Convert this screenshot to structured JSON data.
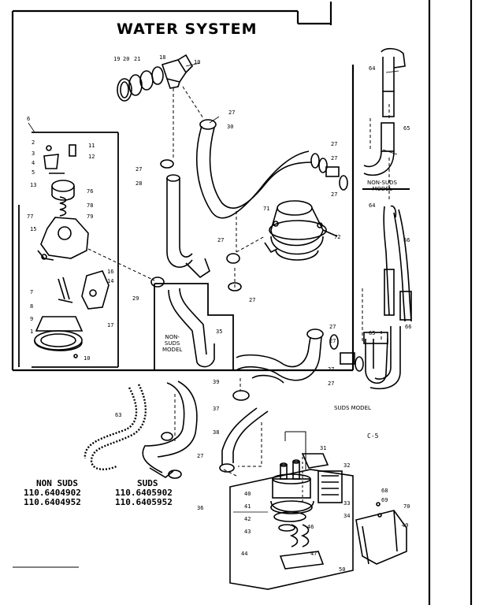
{
  "title": "WATER SYSTEM",
  "page_code": "C-5",
  "notes": {
    "non_suds_top": [
      "NON-SUDS",
      "MODEL"
    ],
    "non_suds_middle": [
      "NON-",
      "SUDS",
      "MODEL"
    ],
    "suds_model": "SUDS MODEL"
  },
  "models": {
    "non_suds_heading": "NON   SUDS",
    "non_suds": [
      "110.6404902",
      "110.6404952"
    ],
    "suds_heading": "SUDS",
    "suds": [
      "110.6405902",
      "110.6405952"
    ]
  },
  "callouts": {
    "c19": "19",
    "c20": "20",
    "c21": "21",
    "c18": "18",
    "c10": "10",
    "c27a": "27",
    "c30a": "30",
    "c27b": "27",
    "c28": "28",
    "c27c": "27",
    "c27d": "27",
    "c27e": "27",
    "c64": "64",
    "c65": "65",
    "c66": "66",
    "c71": "71",
    "c72": "72",
    "c27f": "27",
    "c27g": "27",
    "c29": "29",
    "c27h": "27",
    "c27i": "27",
    "c27j": "27",
    "c27k": "27",
    "c39": "39",
    "c37": "37",
    "c38": "38",
    "c27l": "27",
    "c63": "63",
    "c68": "68",
    "c69": "69",
    "c35": "35",
    "c40": "40",
    "c41": "41",
    "c42": "42",
    "c43": "43",
    "c44": "44",
    "c31": "31",
    "c32": "32",
    "c33": "33",
    "c34": "34",
    "c36": "36",
    "c46": "46",
    "c50": "50",
    "c70": "70",
    "c49": "49",
    "c47": "47",
    "p2": "2",
    "p3": "3",
    "p4": "4",
    "p5": "5",
    "p11": "11",
    "p12": "12",
    "p13": "13",
    "p14": "14",
    "p15": "15",
    "p16": "16",
    "p17": "17",
    "p7": "7",
    "p8": "8",
    "p9": "9",
    "p1": "1",
    "p10": "10",
    "p6": "6",
    "p76": "76",
    "p77": "77",
    "p78": "78",
    "p79": "79"
  }
}
